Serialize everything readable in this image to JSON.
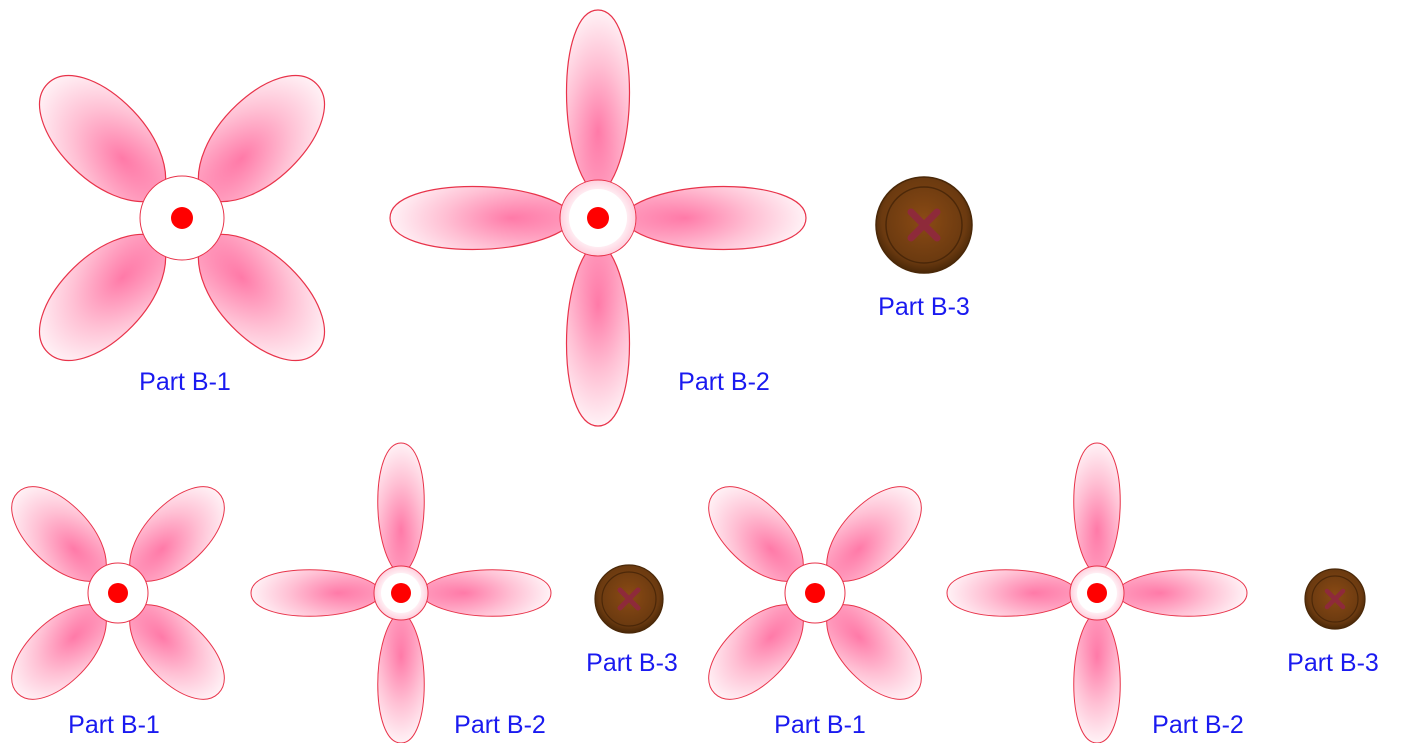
{
  "labels": {
    "b1": "Part B-1",
    "b2": "Part B-2",
    "b3": "Part B-3"
  },
  "colors": {
    "petal_outline": "#e8334a",
    "petal_inner": "#ff7aa8",
    "petal_outer": "#fff0f5",
    "center_dot": "#ff0000",
    "button_brown": "#6b3a10",
    "button_rim": "#4a2808",
    "button_x": "#8e2a3a",
    "label_text": "#1a1af0"
  }
}
